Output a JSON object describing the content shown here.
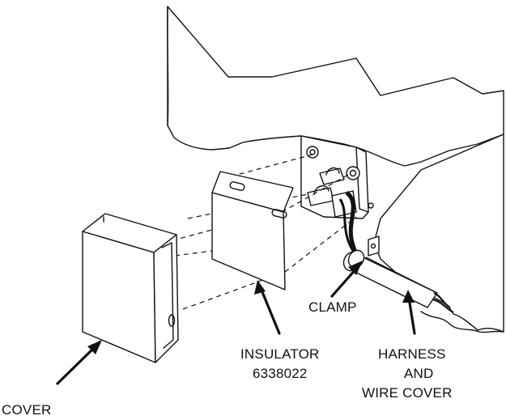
{
  "labels": {
    "cover": "COVER",
    "insulator_line1": "INSULATOR",
    "insulator_line2": "6338022",
    "clamp": "CLAMP",
    "harness_line1": "HARNESS",
    "harness_line2": "AND",
    "harness_line3": "WIRE COVER"
  },
  "colors": {
    "ink": "#111111",
    "paper": "#ffffff"
  }
}
